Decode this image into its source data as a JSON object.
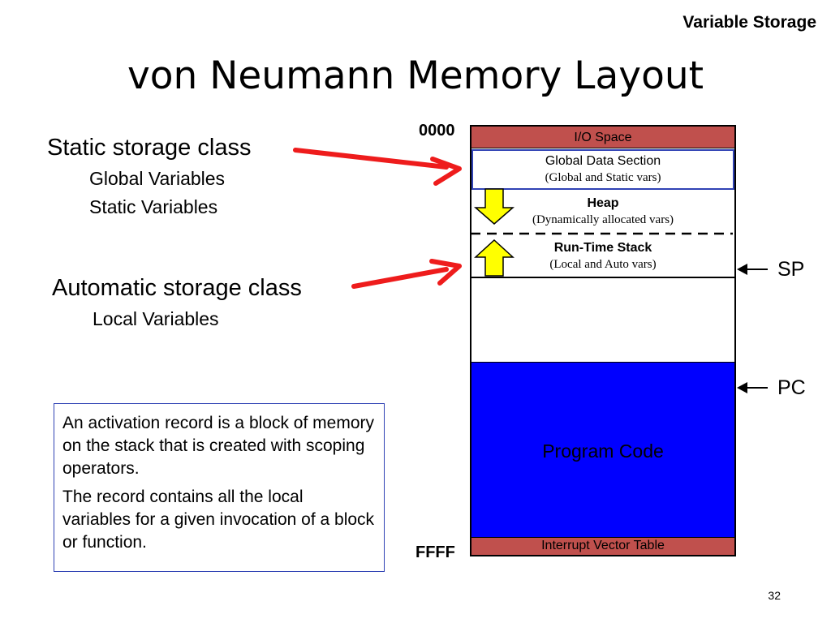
{
  "header": {
    "topic": "Variable Storage",
    "title": "von Neumann Memory Layout"
  },
  "storage_classes": {
    "static": {
      "label": "Static storage class",
      "items": [
        "Global Variables",
        "Static Variables"
      ]
    },
    "automatic": {
      "label": "Automatic storage class",
      "items": [
        "Local Variables"
      ]
    }
  },
  "memory": {
    "start_address": "0000",
    "end_address": "FFFF",
    "segments": {
      "io_space": "I/O Space",
      "global_data": {
        "title": "Global Data Section",
        "detail": "(Global and Static vars)"
      },
      "heap": {
        "title": "Heap",
        "detail": "(Dynamically allocated vars)"
      },
      "stack": {
        "title": "Run-Time Stack",
        "detail": "(Local and Auto vars)"
      },
      "program_code": "Program Code",
      "interrupt_vector_table": "Interrupt Vector Table"
    },
    "colors": {
      "io_and_ivt": "#c0504d",
      "program_code": "#0000ff",
      "growth_arrows": "#ffff00",
      "pointer_arrows": "#ee1c1c",
      "global_border": "#3042b4"
    }
  },
  "registers": {
    "sp": "SP",
    "pc": "PC"
  },
  "note": {
    "paragraphs": [
      "An activation record is a block of memory on the stack that is created with scoping operators.",
      "The record contains all the local variables for a given invocation of a block or function."
    ]
  },
  "page_number": "32"
}
